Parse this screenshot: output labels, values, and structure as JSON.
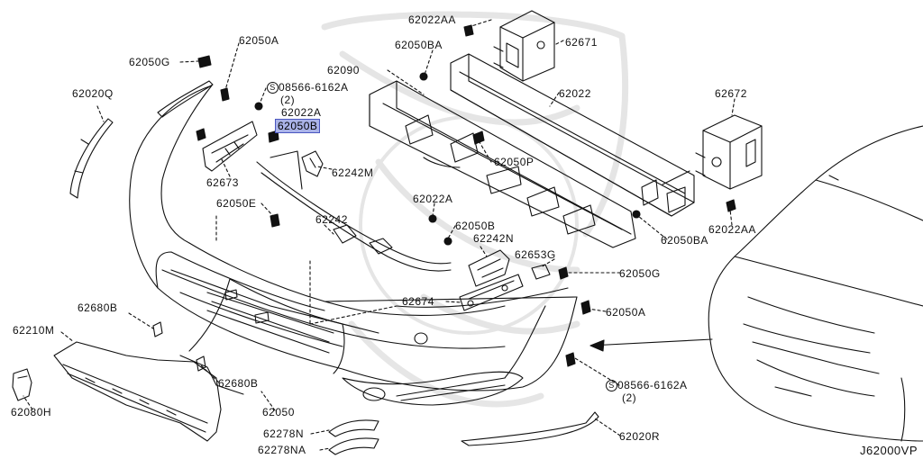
{
  "colors": {
    "line": "#111111",
    "watermark": "#e3e3e3",
    "highlight": "#aab3e8"
  },
  "diagram_code": "J62000VP",
  "labels": {
    "p62050G_top": "62050G",
    "p62050A_top": "62050A",
    "p62020Q": "62020Q",
    "p08566_top": "08566-6162A",
    "p08566_top_qty": "(2)",
    "p62022A_top": "62022A",
    "p62050B_top": "62050B",
    "p62673": "62673",
    "p62242M": "62242M",
    "p62090": "62090",
    "p62050BA_top": "62050BA",
    "p62022AA_top": "62022AA",
    "p62671": "62671",
    "p62022": "62022",
    "p62672": "62672",
    "p62050P": "62050P",
    "p62050E": "62050E",
    "p62242": "62242",
    "p62022A_mid": "62022A",
    "p62050B_mid": "62050B",
    "p62242N": "62242N",
    "p62050BA_right": "62050BA",
    "p62022AA_right": "62022AA",
    "p62653G": "62653G",
    "p62050G_right": "62050G",
    "p62674": "62674",
    "p62050A_right": "62050A",
    "p62680B_left": "62680B",
    "p62210M": "62210M",
    "p62680B_low": "62680B",
    "p62080H": "62080H",
    "p62050": "62050",
    "p08566_low": "08566-6162A",
    "p08566_low_qty": "(2)",
    "p62278N": "62278N",
    "p62278NA": "62278NA",
    "p62020R": "62020R"
  }
}
